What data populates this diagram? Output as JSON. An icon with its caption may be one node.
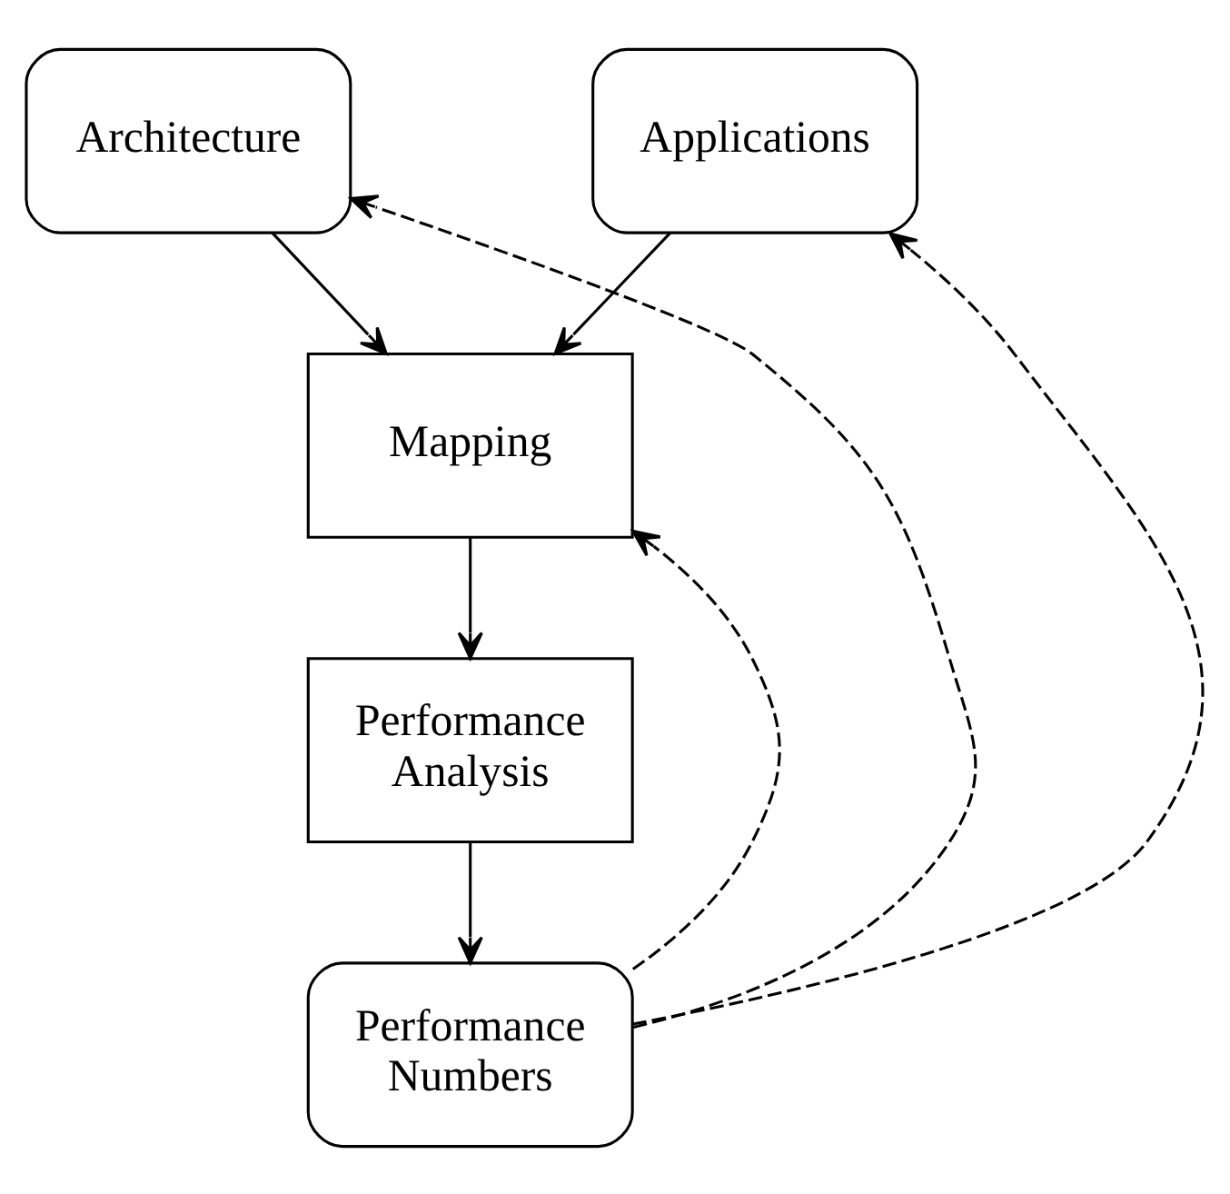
{
  "diagram": {
    "nodes": [
      {
        "text": [
          "Architecture"
        ]
      },
      {
        "text": [
          "Applications"
        ]
      },
      {
        "text": [
          "Mapping"
        ]
      },
      {
        "text": [
          "Performance Analysis"
        ]
      },
      {
        "text": [
          "Performance Numbers"
        ]
      }
    ],
    "edges": [
      {
        "from": 0,
        "to": 2,
        "arrow": "to"
      },
      {
        "from": 1,
        "to": 2,
        "arrow": "to"
      },
      {
        "from": 2,
        "to": 3,
        "arrow": "to"
      },
      {
        "from": 3,
        "to": 4,
        "arrow": "to"
      },
      {
        "from": 4,
        "to": 0,
        "arrow": "to",
        "style": "dashed"
      },
      {
        "from": 4,
        "to": 2,
        "arrow": "to",
        "style": "dashed"
      },
      {
        "from": 4,
        "to": 1,
        "arrow": "to",
        "style": "dashed"
      }
    ]
  }
}
